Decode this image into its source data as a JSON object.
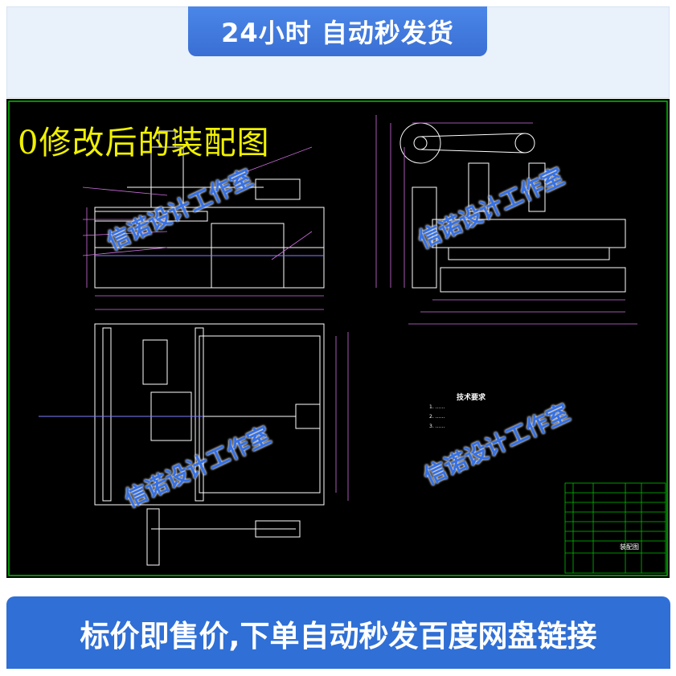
{
  "header": {
    "banner_text": "24小时 自动秒发货"
  },
  "drawing": {
    "title": "0修改后的装配图",
    "tech_requirements_title": "技术要求",
    "tech_notes": [
      "1. ……",
      "2. ……",
      "3. ……"
    ],
    "title_block_label": "装配图"
  },
  "watermarks": [
    "信诺设计工作室",
    "信诺设计工作室",
    "信诺设计工作室",
    "信诺设计工作室"
  ],
  "footer": {
    "banner_text": "标价即售价,下单自动秒发百度网盘链接"
  },
  "colors": {
    "banner_blue": "#3a6fd4",
    "cad_background": "#000000",
    "cad_line_white": "#ffffff",
    "cad_dimension_magenta": "#d070e0",
    "cad_title_yellow": "#f0f000",
    "watermark_blue": "#3a78f0",
    "border_green": "#00c000"
  }
}
